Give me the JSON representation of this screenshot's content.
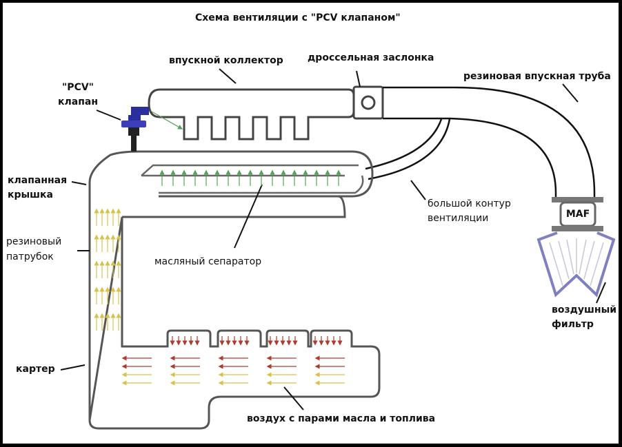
{
  "title": "Схема вентиляции с \"PCV клапаном\"",
  "labels": {
    "intake_manifold": "впускной коллектор",
    "throttle": "дроссельная заслонка",
    "rubber_intake_pipe": "резиновая впускная труба",
    "pcv_line1": "\"PCV\"",
    "pcv_line2": "клапан",
    "valve_cover_line1": "клапанная",
    "valve_cover_line2": "крышка",
    "rubber_hose_line1": "резиновый",
    "rubber_hose_line2": "патрубок",
    "big_circuit_line1": "большой контур",
    "big_circuit_line2": "вентиляции",
    "oil_separator": "масляный сепаратор",
    "maf": "MAF",
    "air_filter_line1": "воздушный",
    "air_filter_line2": "фильтр",
    "crankcase": "картер",
    "blowby": "воздух с парами масла и топлива"
  },
  "colors": {
    "outline": "#444444",
    "pcv_valve": "#2b2f9e",
    "filter": "#7f80c4",
    "flow_red": "#b03a2e",
    "flow_yellow": "#d8c24a",
    "flow_green": "#5aa05a",
    "flow_teal": "#3fa3a0"
  }
}
